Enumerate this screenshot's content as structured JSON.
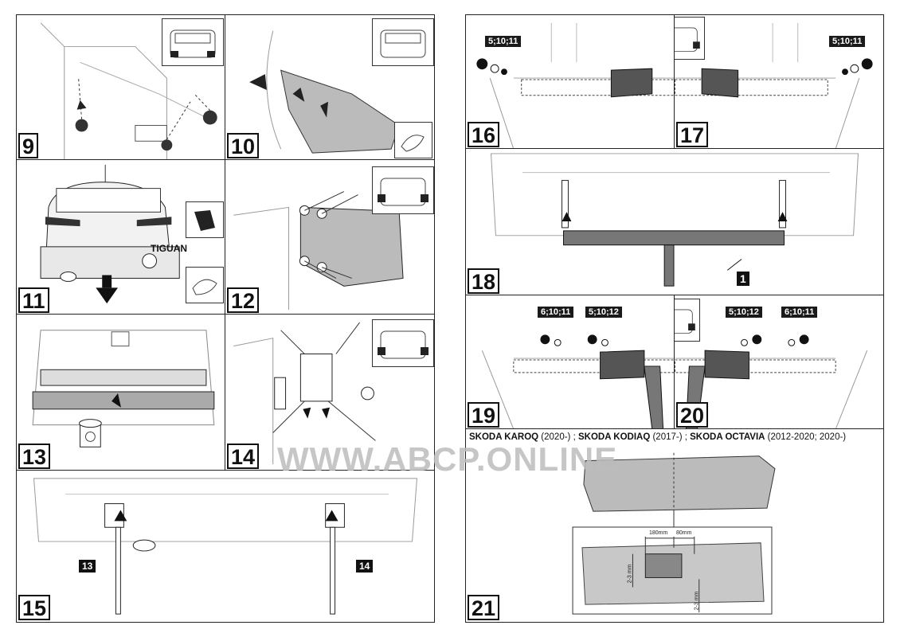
{
  "panels": {
    "p9": {
      "step": "9"
    },
    "p10": {
      "step": "10"
    },
    "p11": {
      "step": "11",
      "badge": "TIGUAN"
    },
    "p12": {
      "step": "12"
    },
    "p13": {
      "step": "13"
    },
    "p14": {
      "step": "14"
    },
    "p15": {
      "step": "15",
      "callout_left": "13",
      "callout_right": "14"
    },
    "p16": {
      "step": "16",
      "fastener_tag": "5;10;11"
    },
    "p17": {
      "step": "17",
      "fastener_tag": "5;10;11"
    },
    "p18": {
      "step": "18",
      "part_ref": "1"
    },
    "p19": {
      "step": "19",
      "tag_a": "6;10;11",
      "tag_b": "5;10;12"
    },
    "p20": {
      "step": "20",
      "tag_a": "5;10;12",
      "tag_b": "6;10;11"
    },
    "p21": {
      "step": "21",
      "models": [
        {
          "name": "SKODA KAROQ",
          "years": " (2020-) ; "
        },
        {
          "name": "SKODA KODIAQ",
          "years": " (2017-) ; "
        },
        {
          "name": "SKODA OCTAVIA",
          "years": " (2012-2020; 2020-)"
        }
      ],
      "dim_left": "180mm",
      "dim_right": "80mm",
      "dim_v1": "2-3 mm",
      "dim_v2": "2-3 mm"
    }
  },
  "watermark": "WWW.ABCP.ONLINE"
}
